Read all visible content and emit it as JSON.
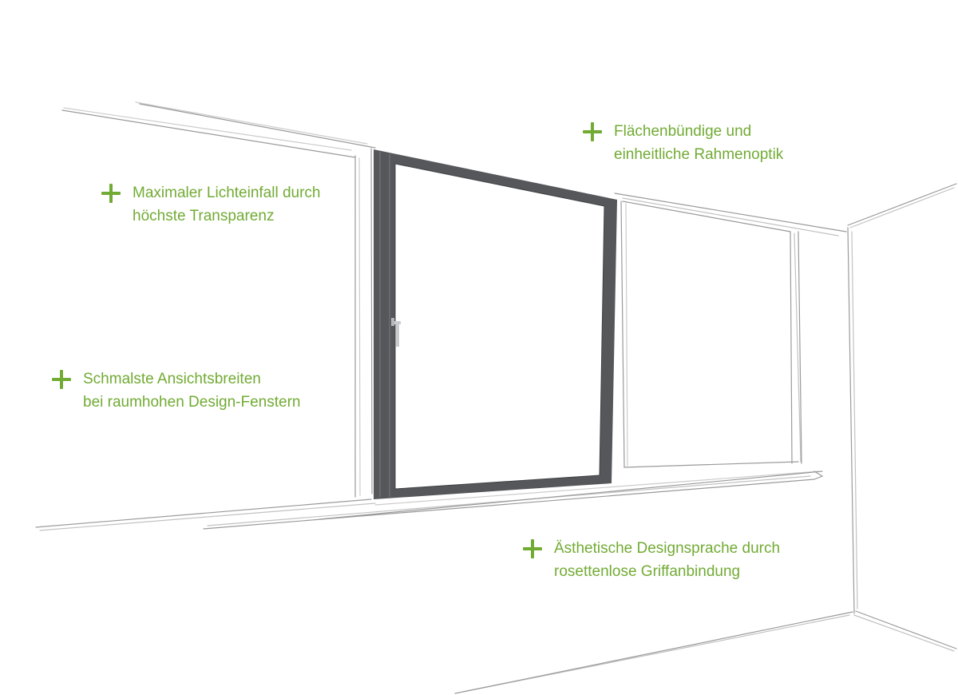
{
  "features": [
    {
      "line1": "Flächenbündige und",
      "line2": "einheitliche Rahmenoptik"
    },
    {
      "line1": "Maximaler Lichteinfall durch",
      "line2": "höchste Transparenz"
    },
    {
      "line1": "Schmalste Ansichtsbreiten",
      "line2": "bei raumhohen Design-Fenstern"
    },
    {
      "line1": "Ästhetische Designsprache durch",
      "line2": "rosettenlose Griffanbindung"
    }
  ],
  "colors": {
    "accent": "#72ab34",
    "frame": "#55575b",
    "sketch": "#9a9a9a"
  },
  "icons": {
    "bullet": "plus-icon"
  }
}
